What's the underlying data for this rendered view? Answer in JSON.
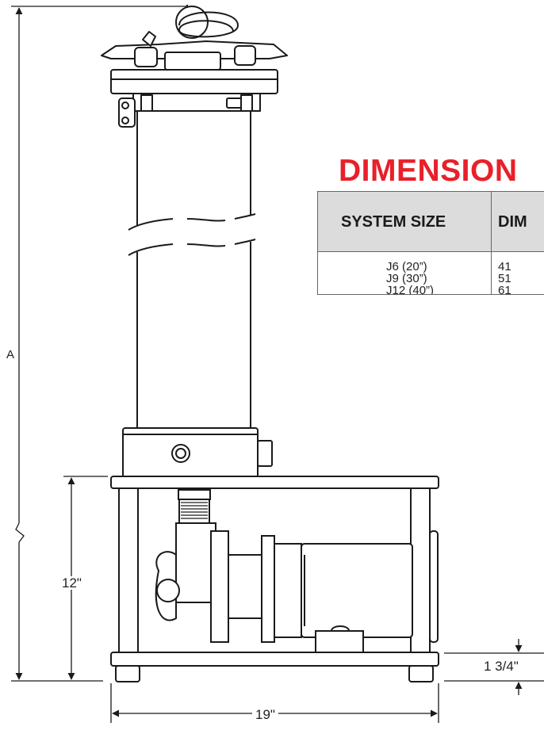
{
  "dimensions": {
    "overall_height_label": "A",
    "stand_height_label": "12\"",
    "base_height_label": "1 3/4\"",
    "width_label": "19\""
  },
  "table": {
    "title": "DIMENSION",
    "headers": [
      "SYSTEM SIZE",
      "DIM"
    ],
    "rows": [
      {
        "size": "J6 (20”)",
        "dim": "41"
      },
      {
        "size": "J9 (30”)",
        "dim": "51"
      },
      {
        "size": "J12 (40”)",
        "dim": "61"
      }
    ]
  },
  "colors": {
    "title_red": "#e8202a",
    "header_gray": "#dcdcdc",
    "line": "#1a1a1a"
  }
}
